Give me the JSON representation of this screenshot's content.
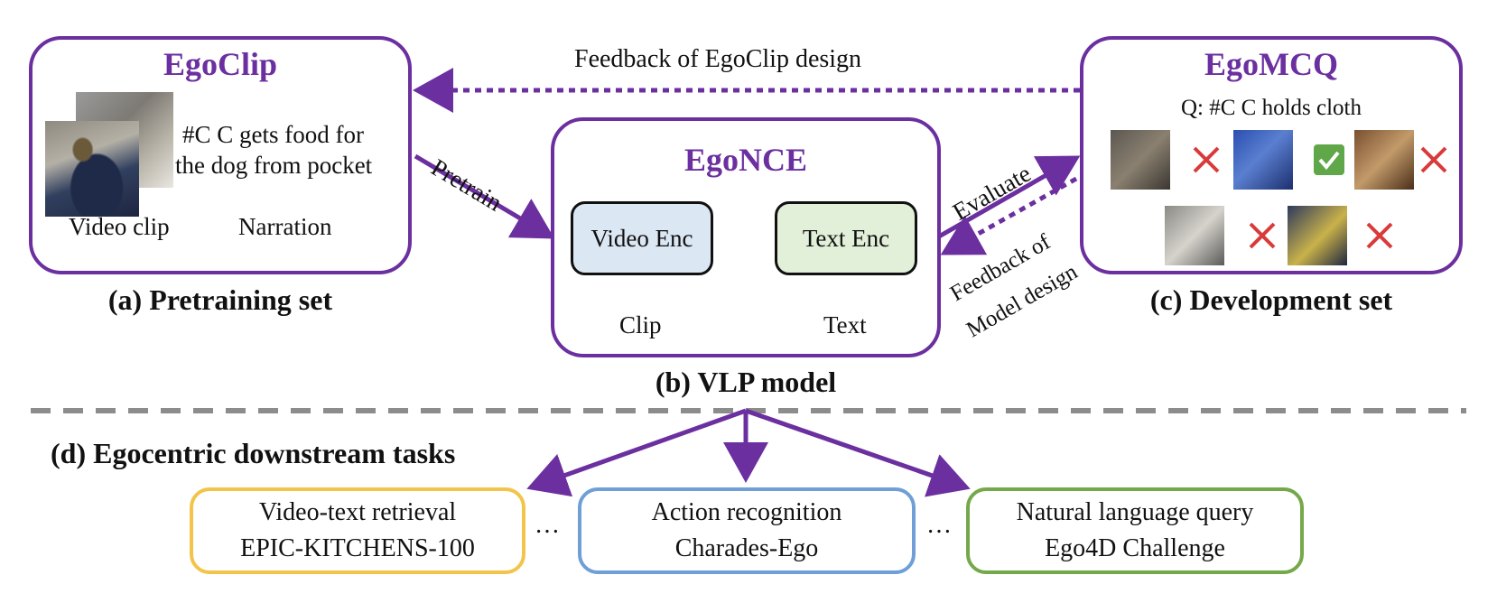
{
  "colors": {
    "accent_purple": "#6b2fa0",
    "video_enc_fill": "#dce7f4",
    "text_enc_fill": "#e2efd9",
    "retrieval_border": "#f2c54a",
    "action_border": "#6f9fd6",
    "nlq_border": "#74a84a",
    "cross_red": "#d93a3a",
    "check_green": "#5fa748",
    "divider_gray": "#8c8c8c"
  },
  "pretraining": {
    "title": "EgoClip",
    "narration_line1": "#C C gets food for",
    "narration_line2": "the dog from pocket",
    "video_label": "Video clip",
    "narration_label": "Narration",
    "caption": "(a) Pretraining set"
  },
  "vlp": {
    "title": "EgoNCE",
    "video_enc": "Video Enc",
    "text_enc": "Text Enc",
    "clip_label": "Clip",
    "text_label": "Text",
    "caption": "(b) VLP model"
  },
  "development": {
    "title": "EgoMCQ",
    "question": "Q: #C C holds cloth",
    "caption": "(c) Development set",
    "marks": [
      "cross-icon",
      "check-icon",
      "cross-icon",
      "cross-icon",
      "cross-icon"
    ]
  },
  "arrows": {
    "feedback_egoclip": "Feedback of EgoClip design",
    "pretrain": "Pretrain",
    "evaluate": "Evaluate",
    "feedback_model_line1": "Feedback of",
    "feedback_model_line2": "Model design"
  },
  "downstream": {
    "heading": "(d) Egocentric downstream tasks",
    "tasks": [
      {
        "line1": "Video-text retrieval",
        "line2": "EPIC-KITCHENS-100"
      },
      {
        "line1": "Action recognition",
        "line2": "Charades-Ego"
      },
      {
        "line1": "Natural language query",
        "line2": "Ego4D Challenge"
      }
    ],
    "ellipsis": "…"
  }
}
